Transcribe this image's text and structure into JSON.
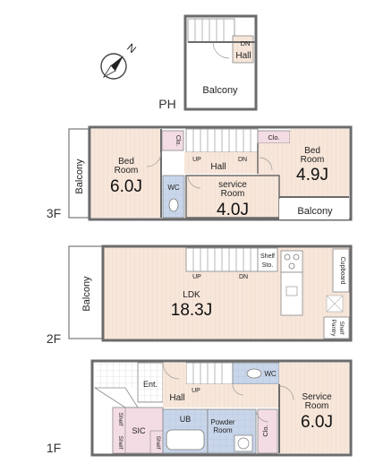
{
  "floors": {
    "ph": {
      "label": "PH",
      "balcony": "Balcony",
      "dn": "DN",
      "hall": "Hall"
    },
    "f3": {
      "label": "3F",
      "balcony_left": "Balcony",
      "balcony_right": "Balcony",
      "bed_left": {
        "name_line1": "Bed",
        "name_line2": "Room",
        "size": "6.0J"
      },
      "bed_right": {
        "name_line1": "Bed",
        "name_line2": "Room",
        "size": "4.9J"
      },
      "service": {
        "name_line1": "service",
        "name_line2": "Room",
        "size": "4.0J"
      },
      "hall": "Hall",
      "wc": "WC",
      "clo_left": "Clo.",
      "clo_right": "Clo.",
      "up": "UP",
      "dn": "DN"
    },
    "f2": {
      "label": "2F",
      "balcony": "Balcony",
      "ldk": {
        "name": "LDK",
        "size": "18.3J"
      },
      "shelf_line1": "Shelf",
      "shelf_line2": "Sto.",
      "cupboard": "Cupboard",
      "shelf_pantry_line1": "Shelf",
      "shelf_pantry_line2": "Pantry",
      "up": "UP",
      "dn": "DN"
    },
    "f1": {
      "label": "1F",
      "ent": "Ent.",
      "hall": "Hall",
      "up": "UP",
      "wc": "WC",
      "service": {
        "name_line1": "Service",
        "name_line2": "Room",
        "size": "6.0J"
      },
      "ub": "UB",
      "powder_line1": "Powder",
      "powder_line2": "Room",
      "clo": "Clo.",
      "sic": "SIC",
      "shelf_a": "Shelf",
      "shelf_b": "Shelf",
      "shelf_c": "Shelf"
    }
  },
  "compass": {
    "north_label": "N"
  },
  "colors": {
    "wood": "#f7e6da",
    "pink": "#f4dce4",
    "blue": "#c9d6ea",
    "wall": "#6b6b6b",
    "grid": "#d0d0d0"
  }
}
